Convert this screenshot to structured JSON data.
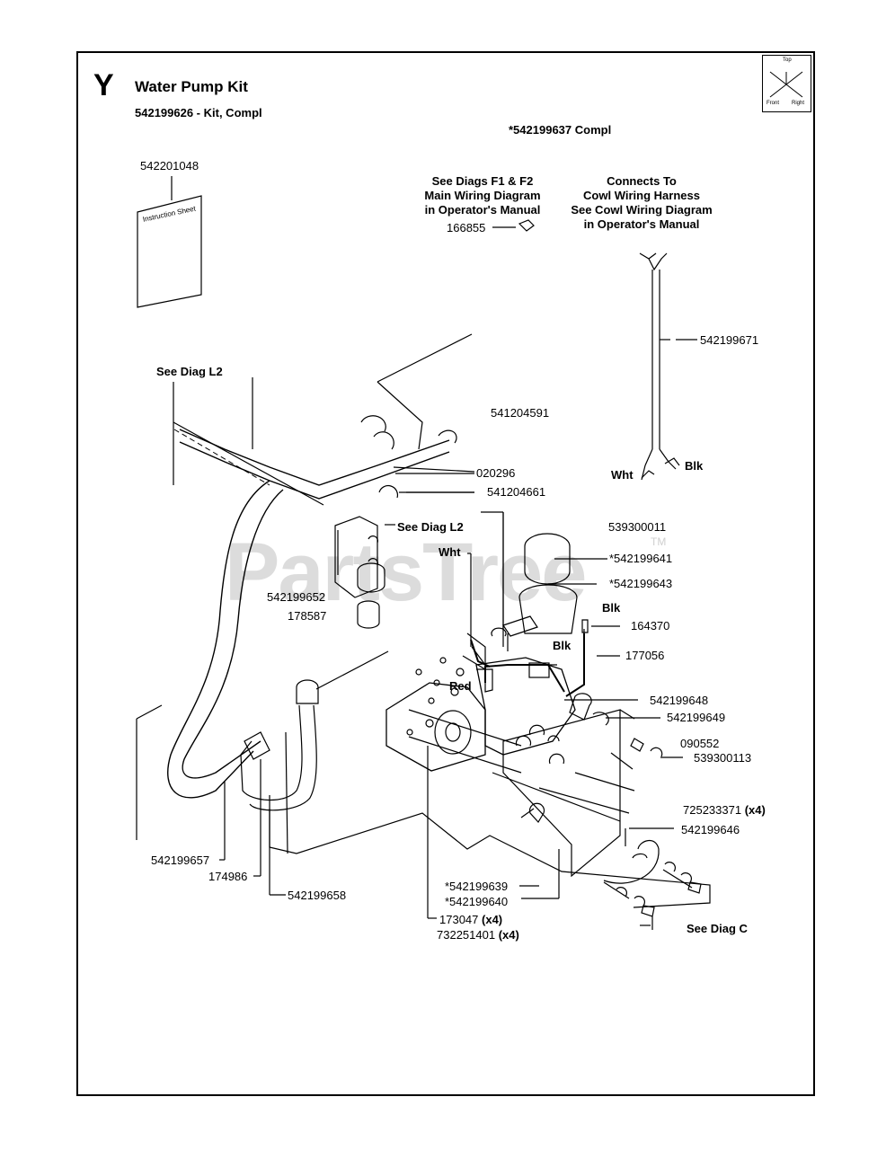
{
  "header": {
    "letter": "Y",
    "title": "Water Pump Kit",
    "kit_line": "542199626 - Kit, Compl",
    "compl_line": "*542199637 Compl"
  },
  "compass": {
    "top": "Top",
    "left": "Front",
    "right": "Right"
  },
  "watermark": {
    "text": "PartsTree",
    "tm": "TM"
  },
  "notes": {
    "diag_f": [
      "See Diags F1 & F2",
      "Main Wiring Diagram",
      "in Operator's Manual"
    ],
    "cowl": [
      "Connects To",
      "Cowl Wiring Harness",
      "See Cowl Wiring Diagram",
      "in Operator's Manual"
    ],
    "instruction_sheet": "Instruction Sheet"
  },
  "labels": {
    "p542201048": "542201048",
    "p166855": "166855",
    "p542199671": "542199671",
    "see_l2_a": "See Diag L2",
    "p541204591": "541204591",
    "wht_top": "Wht",
    "blk_top": "Blk",
    "p020296": "020296",
    "p541204661": "541204661",
    "see_l2_b": "See Diag L2",
    "p539300011": "539300011",
    "wht_mid": "Wht",
    "p542199641": "*542199641",
    "p542199643": "*542199643",
    "p542199652": "542199652",
    "p178587": "178587",
    "blk_mid": "Blk",
    "p164370": "164370",
    "blk_low": "Blk",
    "p177056": "177056",
    "red": "Red",
    "p542199648": "542199648",
    "p542199649": "542199649",
    "p090552": "090552",
    "p539300113": "539300113",
    "p725233371": "725233371",
    "qty4a": "(x4)",
    "p542199646": "542199646",
    "p542199657": "542199657",
    "p174986": "174986",
    "p542199639": "*542199639",
    "p542199640": "*542199640",
    "p542199658": "542199658",
    "p173047": "173047",
    "qty4b": "(x4)",
    "p732251401": "732251401",
    "qty4c": "(x4)",
    "see_c": "See Diag C"
  }
}
